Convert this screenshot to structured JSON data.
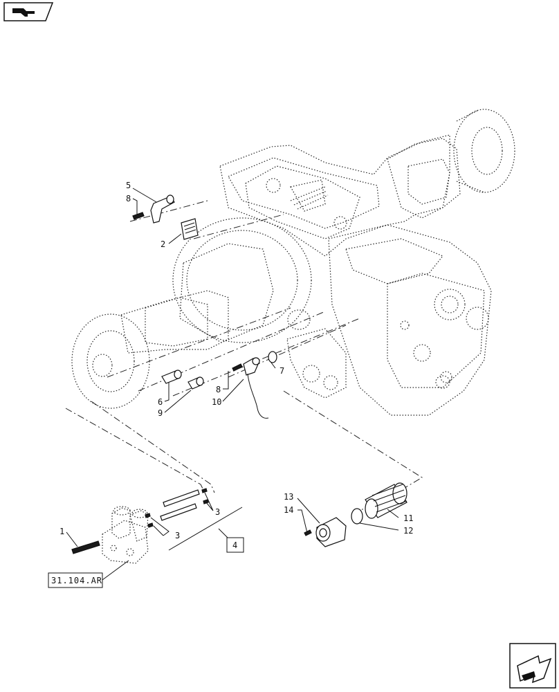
{
  "diagram": {
    "callouts": {
      "c1": "1",
      "c2": "2",
      "c3a": "3",
      "c3b": "3",
      "c4": "4",
      "c5": "5",
      "c6": "6",
      "c7": "7",
      "c8a": "8",
      "c8b": "8",
      "c9": "9",
      "c10": "10",
      "c11": "11",
      "c12": "12",
      "c13": "13",
      "c14": "14"
    },
    "reference_box": "31.104.AR"
  },
  "navigation": {
    "top_icon": "book-arrow-icon",
    "bottom_icon": "next-page-arrow-icon"
  }
}
